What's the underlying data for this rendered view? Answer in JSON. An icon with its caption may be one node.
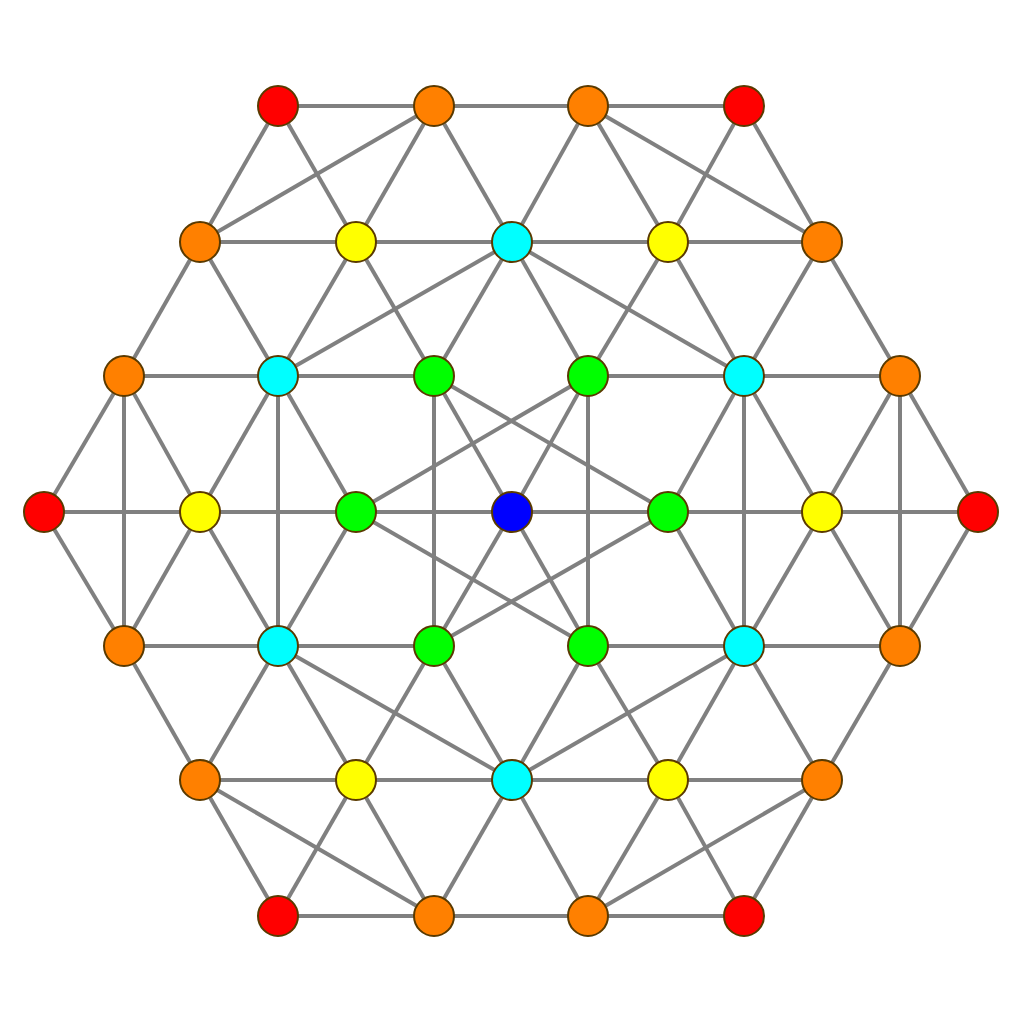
{
  "diagram": {
    "nodes": [
      {
        "text": [],
        "shape": "circle"
      },
      {
        "text": [],
        "shape": "circle"
      },
      {
        "text": [],
        "shape": "circle"
      },
      {
        "text": [],
        "shape": "circle"
      },
      {
        "text": [],
        "shape": "circle"
      },
      {
        "text": [],
        "shape": "circle"
      },
      {
        "text": [],
        "shape": "circle"
      },
      {
        "text": [],
        "shape": "circle"
      },
      {
        "text": [],
        "shape": "circle"
      },
      {
        "text": [],
        "shape": "circle"
      },
      {
        "text": [],
        "shape": "circle"
      },
      {
        "text": [],
        "shape": "circle"
      },
      {
        "text": [],
        "shape": "circle"
      },
      {
        "text": [],
        "shape": "circle"
      },
      {
        "text": [],
        "shape": "circle"
      },
      {
        "text": [],
        "shape": "circle"
      },
      {
        "text": [],
        "shape": "circle"
      },
      {
        "text": [],
        "shape": "circle"
      },
      {
        "text": [],
        "shape": "circle"
      },
      {
        "text": [],
        "shape": "circle"
      },
      {
        "text": [],
        "shape": "circle"
      },
      {
        "text": [],
        "shape": "circle"
      },
      {
        "text": [],
        "shape": "circle"
      },
      {
        "text": [],
        "shape": "circle"
      },
      {
        "text": [],
        "shape": "circle"
      },
      {
        "text": [],
        "shape": "circle"
      },
      {
        "text": [],
        "shape": "circle"
      },
      {
        "text": [],
        "shape": "circle"
      },
      {
        "text": [],
        "shape": "circle"
      },
      {
        "text": [],
        "shape": "circle"
      },
      {
        "text": [],
        "shape": "circle"
      },
      {
        "text": [],
        "shape": "circle"
      },
      {
        "text": [],
        "shape": "circle"
      },
      {
        "text": [],
        "shape": "circle"
      },
      {
        "text": [],
        "shape": "circle"
      },
      {
        "text": [],
        "shape": "circle"
      },
      {
        "text": [],
        "shape": "circle"
      }
    ],
    "edges": [
      {
        "from": 0,
        "to": 1,
        "arrow": "none"
      },
      {
        "from": 0,
        "to": 4,
        "arrow": "none"
      },
      {
        "from": 0,
        "to": 5,
        "arrow": "none"
      },
      {
        "from": 1,
        "to": 2,
        "arrow": "none"
      },
      {
        "from": 1,
        "to": 4,
        "arrow": "none"
      },
      {
        "from": 1,
        "to": 5,
        "arrow": "none"
      },
      {
        "from": 1,
        "to": 6,
        "arrow": "none"
      },
      {
        "from": 2,
        "to": 3,
        "arrow": "none"
      },
      {
        "from": 2,
        "to": 6,
        "arrow": "none"
      },
      {
        "from": 2,
        "to": 7,
        "arrow": "none"
      },
      {
        "from": 2,
        "to": 8,
        "arrow": "none"
      },
      {
        "from": 3,
        "to": 7,
        "arrow": "none"
      },
      {
        "from": 3,
        "to": 8,
        "arrow": "none"
      },
      {
        "from": 4,
        "to": 5,
        "arrow": "none"
      },
      {
        "from": 4,
        "to": 9,
        "arrow": "none"
      },
      {
        "from": 4,
        "to": 10,
        "arrow": "none"
      },
      {
        "from": 5,
        "to": 6,
        "arrow": "none"
      },
      {
        "from": 5,
        "to": 10,
        "arrow": "none"
      },
      {
        "from": 5,
        "to": 11,
        "arrow": "none"
      },
      {
        "from": 6,
        "to": 7,
        "arrow": "none"
      },
      {
        "from": 6,
        "to": 10,
        "arrow": "none"
      },
      {
        "from": 6,
        "to": 11,
        "arrow": "none"
      },
      {
        "from": 6,
        "to": 12,
        "arrow": "none"
      },
      {
        "from": 6,
        "to": 13,
        "arrow": "none"
      },
      {
        "from": 7,
        "to": 8,
        "arrow": "none"
      },
      {
        "from": 7,
        "to": 12,
        "arrow": "none"
      },
      {
        "from": 7,
        "to": 13,
        "arrow": "none"
      },
      {
        "from": 8,
        "to": 13,
        "arrow": "none"
      },
      {
        "from": 8,
        "to": 14,
        "arrow": "none"
      },
      {
        "from": 9,
        "to": 10,
        "arrow": "none"
      },
      {
        "from": 9,
        "to": 15,
        "arrow": "none"
      },
      {
        "from": 9,
        "to": 16,
        "arrow": "none"
      },
      {
        "from": 9,
        "to": 22,
        "arrow": "none"
      },
      {
        "from": 10,
        "to": 11,
        "arrow": "none"
      },
      {
        "from": 10,
        "to": 16,
        "arrow": "none"
      },
      {
        "from": 10,
        "to": 17,
        "arrow": "none"
      },
      {
        "from": 10,
        "to": 23,
        "arrow": "none"
      },
      {
        "from": 11,
        "to": 18,
        "arrow": "none"
      },
      {
        "from": 11,
        "to": 19,
        "arrow": "none"
      },
      {
        "from": 11,
        "to": 24,
        "arrow": "none"
      },
      {
        "from": 12,
        "to": 13,
        "arrow": "none"
      },
      {
        "from": 12,
        "to": 17,
        "arrow": "none"
      },
      {
        "from": 12,
        "to": 18,
        "arrow": "none"
      },
      {
        "from": 12,
        "to": 25,
        "arrow": "none"
      },
      {
        "from": 13,
        "to": 14,
        "arrow": "none"
      },
      {
        "from": 13,
        "to": 19,
        "arrow": "none"
      },
      {
        "from": 13,
        "to": 20,
        "arrow": "none"
      },
      {
        "from": 13,
        "to": 26,
        "arrow": "none"
      },
      {
        "from": 14,
        "to": 20,
        "arrow": "none"
      },
      {
        "from": 14,
        "to": 21,
        "arrow": "none"
      },
      {
        "from": 14,
        "to": 27,
        "arrow": "none"
      },
      {
        "from": 15,
        "to": 16,
        "arrow": "none"
      },
      {
        "from": 15,
        "to": 22,
        "arrow": "none"
      },
      {
        "from": 16,
        "to": 17,
        "arrow": "none"
      },
      {
        "from": 16,
        "to": 22,
        "arrow": "none"
      },
      {
        "from": 16,
        "to": 23,
        "arrow": "none"
      },
      {
        "from": 17,
        "to": 18,
        "arrow": "none"
      },
      {
        "from": 17,
        "to": 23,
        "arrow": "none"
      },
      {
        "from": 17,
        "to": 25,
        "arrow": "none"
      },
      {
        "from": 18,
        "to": 19,
        "arrow": "none"
      },
      {
        "from": 18,
        "to": 24,
        "arrow": "none"
      },
      {
        "from": 18,
        "to": 25,
        "arrow": "none"
      },
      {
        "from": 19,
        "to": 20,
        "arrow": "none"
      },
      {
        "from": 19,
        "to": 24,
        "arrow": "none"
      },
      {
        "from": 19,
        "to": 26,
        "arrow": "none"
      },
      {
        "from": 20,
        "to": 21,
        "arrow": "none"
      },
      {
        "from": 20,
        "to": 26,
        "arrow": "none"
      },
      {
        "from": 20,
        "to": 27,
        "arrow": "none"
      },
      {
        "from": 21,
        "to": 27,
        "arrow": "none"
      },
      {
        "from": 22,
        "to": 23,
        "arrow": "none"
      },
      {
        "from": 22,
        "to": 28,
        "arrow": "none"
      },
      {
        "from": 23,
        "to": 24,
        "arrow": "none"
      },
      {
        "from": 23,
        "to": 28,
        "arrow": "none"
      },
      {
        "from": 23,
        "to": 29,
        "arrow": "none"
      },
      {
        "from": 23,
        "to": 30,
        "arrow": "none"
      },
      {
        "from": 24,
        "to": 29,
        "arrow": "none"
      },
      {
        "from": 24,
        "to": 30,
        "arrow": "none"
      },
      {
        "from": 25,
        "to": 26,
        "arrow": "none"
      },
      {
        "from": 25,
        "to": 30,
        "arrow": "none"
      },
      {
        "from": 25,
        "to": 31,
        "arrow": "none"
      },
      {
        "from": 26,
        "to": 27,
        "arrow": "none"
      },
      {
        "from": 26,
        "to": 30,
        "arrow": "none"
      },
      {
        "from": 26,
        "to": 31,
        "arrow": "none"
      },
      {
        "from": 26,
        "to": 32,
        "arrow": "none"
      },
      {
        "from": 27,
        "to": 32,
        "arrow": "none"
      },
      {
        "from": 28,
        "to": 29,
        "arrow": "none"
      },
      {
        "from": 28,
        "to": 33,
        "arrow": "none"
      },
      {
        "from": 28,
        "to": 34,
        "arrow": "none"
      },
      {
        "from": 29,
        "to": 30,
        "arrow": "none"
      },
      {
        "from": 29,
        "to": 33,
        "arrow": "none"
      },
      {
        "from": 29,
        "to": 34,
        "arrow": "none"
      },
      {
        "from": 30,
        "to": 31,
        "arrow": "none"
      },
      {
        "from": 30,
        "to": 34,
        "arrow": "none"
      },
      {
        "from": 30,
        "to": 35,
        "arrow": "none"
      },
      {
        "from": 31,
        "to": 32,
        "arrow": "none"
      },
      {
        "from": 31,
        "to": 35,
        "arrow": "none"
      },
      {
        "from": 31,
        "to": 36,
        "arrow": "none"
      },
      {
        "from": 32,
        "to": 35,
        "arrow": "none"
      },
      {
        "from": 32,
        "to": 36,
        "arrow": "none"
      },
      {
        "from": 33,
        "to": 34,
        "arrow": "none"
      },
      {
        "from": 34,
        "to": 35,
        "arrow": "none"
      },
      {
        "from": 35,
        "to": 36,
        "arrow": "none"
      }
    ]
  }
}
